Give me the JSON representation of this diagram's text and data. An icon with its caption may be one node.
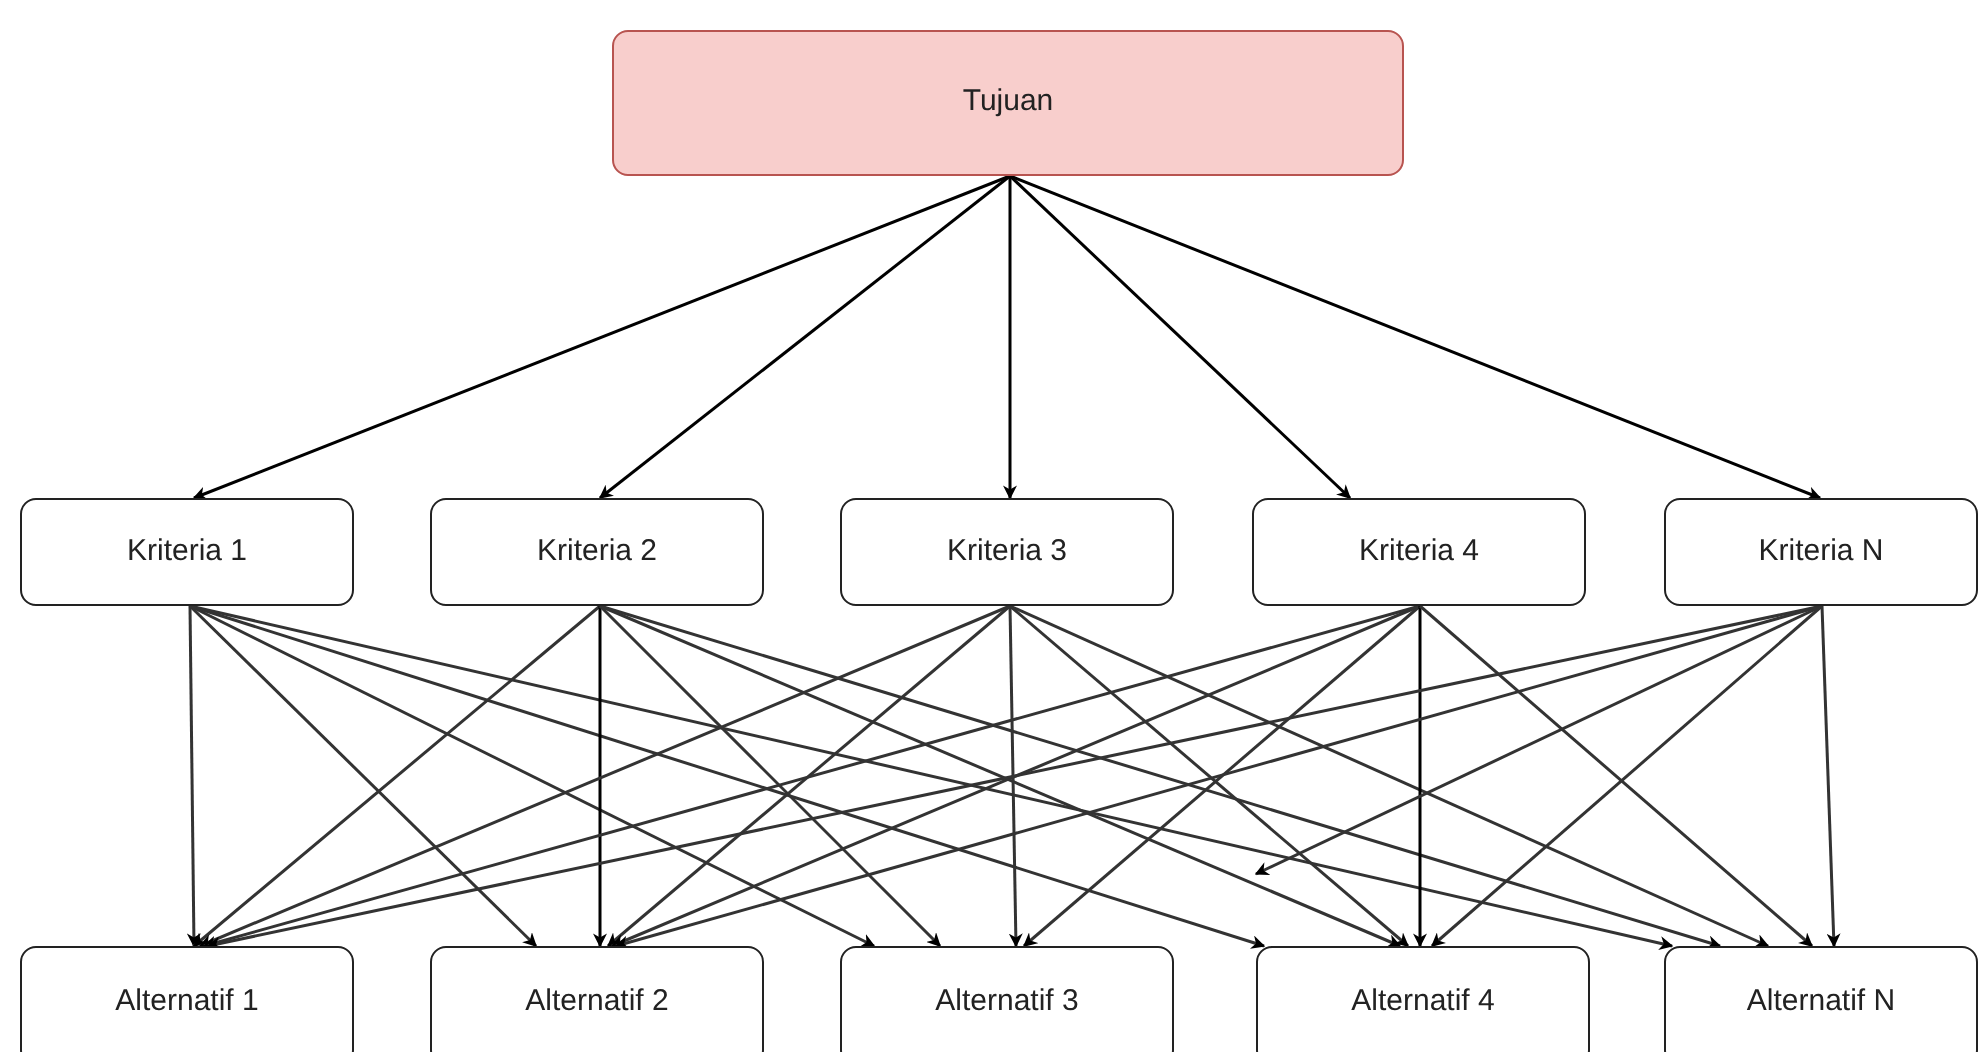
{
  "diagram": {
    "nodes": [
      {
        "text": [
          "Tujuan"
        ]
      },
      {
        "text": [
          "Kriteria 1"
        ]
      },
      {
        "text": [
          "Kriteria 2"
        ]
      },
      {
        "text": [
          "Kriteria 3"
        ]
      },
      {
        "text": [
          "Kriteria 4"
        ]
      },
      {
        "text": [
          "Kriteria N"
        ]
      },
      {
        "text": [
          "Alternatif 1"
        ]
      },
      {
        "text": [
          "Alternatif 2"
        ]
      },
      {
        "text": [
          "Alternatif 3"
        ]
      },
      {
        "text": [
          "Alternatif 4"
        ]
      },
      {
        "text": [
          "Alternatif N"
        ]
      }
    ],
    "edges": [
      {
        "from": 0,
        "to": 1,
        "arrow": "to"
      },
      {
        "from": 0,
        "to": 2,
        "arrow": "to"
      },
      {
        "from": 0,
        "to": 3,
        "arrow": "to"
      },
      {
        "from": 0,
        "to": 4,
        "arrow": "to"
      },
      {
        "from": 0,
        "to": 5,
        "arrow": "to"
      },
      {
        "from": 1,
        "to": 6,
        "arrow": "to"
      },
      {
        "from": 1,
        "to": 7,
        "arrow": "to"
      },
      {
        "from": 1,
        "to": 8,
        "arrow": "to"
      },
      {
        "from": 1,
        "to": 9,
        "arrow": "to"
      },
      {
        "from": 1,
        "to": 10,
        "arrow": "to"
      },
      {
        "from": 2,
        "to": 6,
        "arrow": "to"
      },
      {
        "from": 2,
        "to": 7,
        "arrow": "to"
      },
      {
        "from": 2,
        "to": 8,
        "arrow": "to"
      },
      {
        "from": 2,
        "to": 9,
        "arrow": "to"
      },
      {
        "from": 2,
        "to": 10,
        "arrow": "to"
      },
      {
        "from": 3,
        "to": 6,
        "arrow": "to"
      },
      {
        "from": 3,
        "to": 7,
        "arrow": "to"
      },
      {
        "from": 3,
        "to": 8,
        "arrow": "to"
      },
      {
        "from": 3,
        "to": 9,
        "arrow": "to"
      },
      {
        "from": 3,
        "to": 10,
        "arrow": "to"
      },
      {
        "from": 4,
        "to": 6,
        "arrow": "to"
      },
      {
        "from": 4,
        "to": 7,
        "arrow": "to"
      },
      {
        "from": 4,
        "to": 8,
        "arrow": "to"
      },
      {
        "from": 4,
        "to": 9,
        "arrow": "to"
      },
      {
        "from": 4,
        "to": 10,
        "arrow": "to"
      },
      {
        "from": 5,
        "to": 6,
        "arrow": "to"
      },
      {
        "from": 5,
        "to": 7,
        "arrow": "to"
      },
      {
        "from": 5,
        "to": null,
        "arrow": "to"
      },
      {
        "from": 5,
        "to": 9,
        "arrow": "to"
      },
      {
        "from": 5,
        "to": 10,
        "arrow": "to"
      }
    ]
  }
}
